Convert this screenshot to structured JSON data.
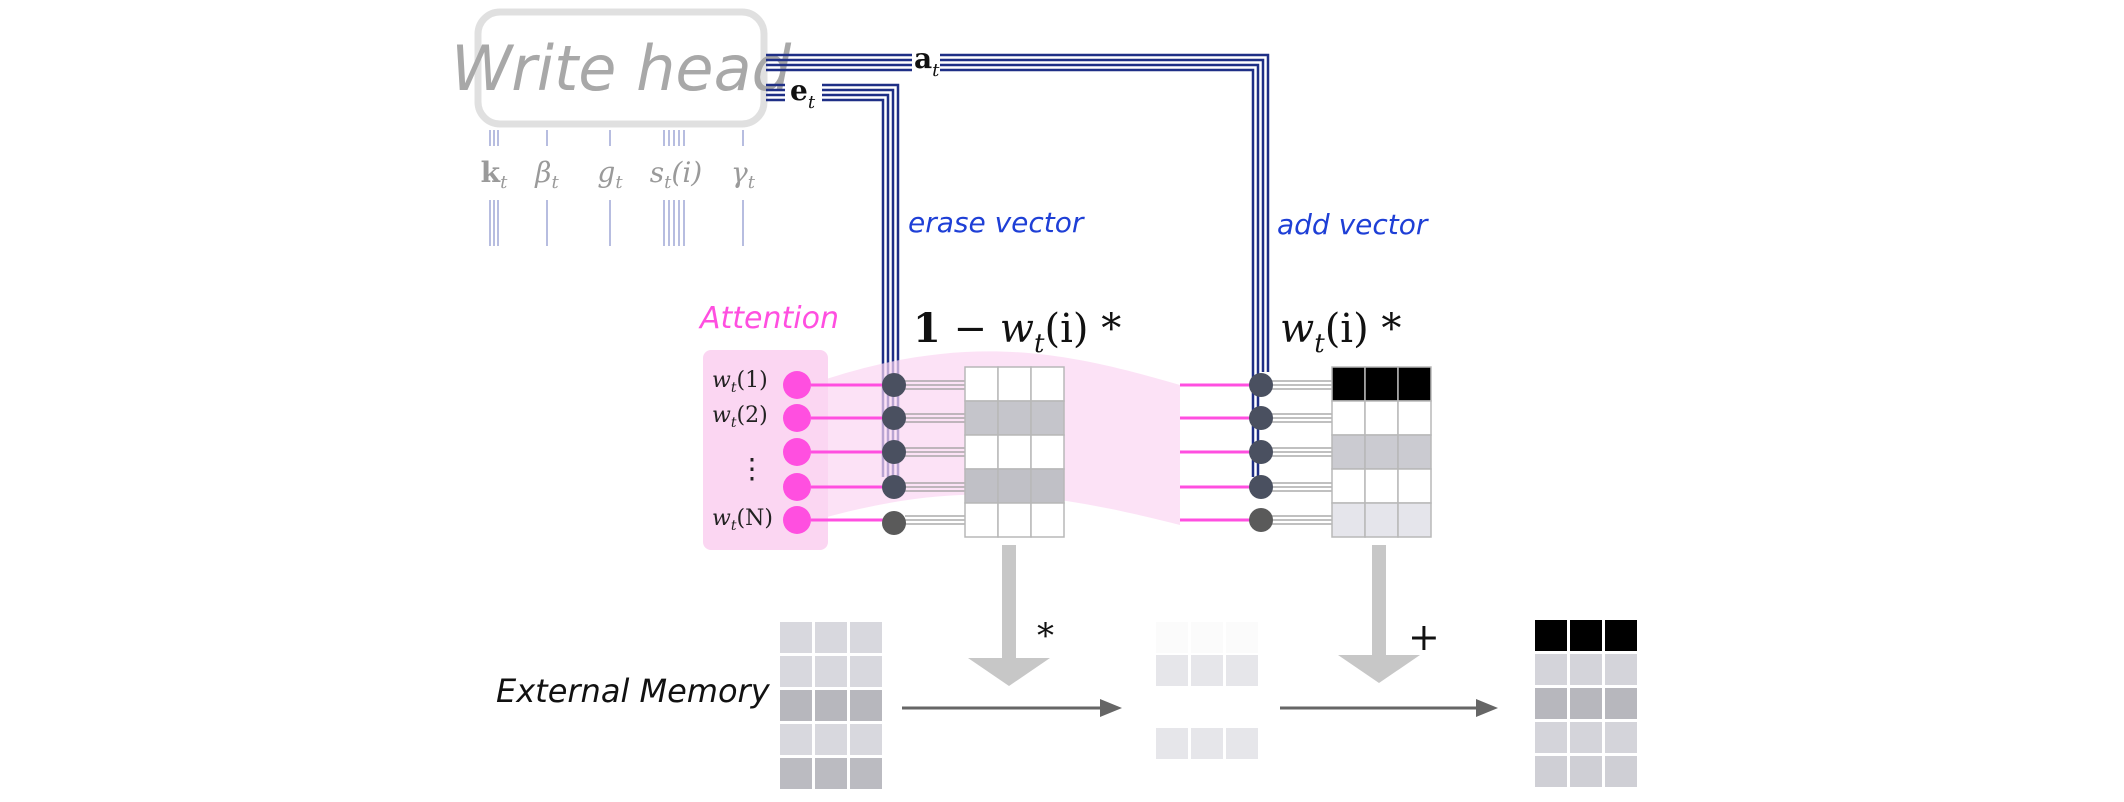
{
  "write_head": {
    "title": "Write head"
  },
  "head_outputs": {
    "add": "a",
    "add_sub": "t",
    "erase": "e",
    "erase_sub": "t"
  },
  "head_params": [
    {
      "sym": "k",
      "sub": "t",
      "tail": ""
    },
    {
      "sym": "β",
      "sub": "t",
      "tail": ""
    },
    {
      "sym": "g",
      "sub": "t",
      "tail": ""
    },
    {
      "sym": "s",
      "sub": "t",
      "tail": "(i)"
    },
    {
      "sym": "γ",
      "sub": "t",
      "tail": ""
    }
  ],
  "labels": {
    "erase_vector": "erase vector",
    "add_vector": "add vector",
    "attention": "Attention",
    "external_memory": "External Memory"
  },
  "formulas": {
    "erase_one": "1",
    "erase_minus": " − ",
    "w": "w",
    "sub": "t",
    "arg": "(i) *"
  },
  "attention_items": {
    "w1": {
      "w": "w",
      "sub": "t",
      "arg": "(1)"
    },
    "w2": {
      "w": "w",
      "sub": "t",
      "arg": "(2)"
    },
    "dots": "⋮",
    "wN": {
      "w": "w",
      "sub": "t",
      "arg": "(N)"
    }
  },
  "operators": {
    "multiply": "*",
    "add": "+"
  },
  "colors": {
    "attention_magenta": "#ff4fe0",
    "attention_bg": "#fbd6f2",
    "cable_blue": "#1f2f86",
    "label_blue": "#1e3fd6",
    "node_gray": "#4a5060",
    "cell_border": "#b8b8b8",
    "arrow_gray": "#c7c7c7",
    "line_gray": "#666666",
    "faded_text": "#9a9a9a",
    "faded_line": "#b7bde0"
  },
  "matrices": {
    "erase_shades": [
      0,
      0.55,
      0,
      0.6,
      0
    ],
    "add_shades": [
      1,
      0,
      0.5,
      0,
      0.25
    ],
    "memory_shades": [
      0.2,
      0.2,
      0.6,
      0.2,
      0.55
    ],
    "after_erase_shades": [
      0.05,
      0.25,
      0,
      0.25,
      0
    ],
    "result_shades": [
      1,
      0.25,
      0.6,
      0.25,
      0.3
    ]
  }
}
